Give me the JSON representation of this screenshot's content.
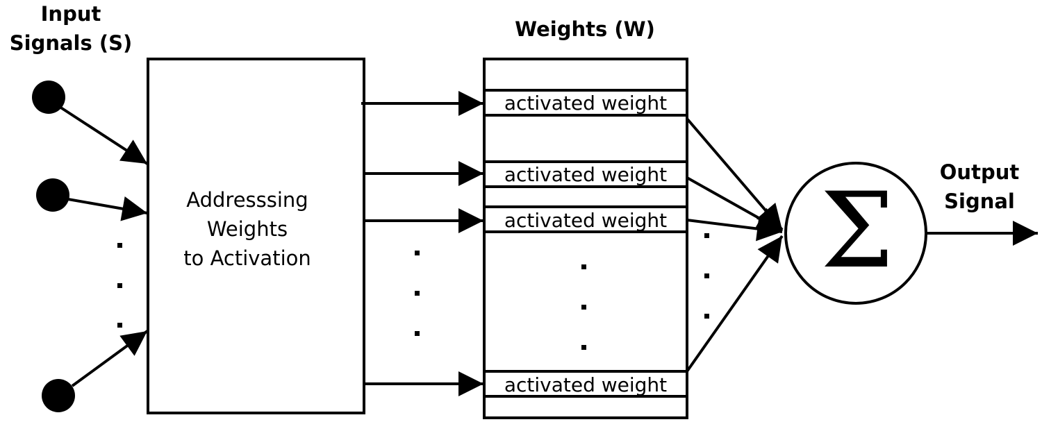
{
  "labels": {
    "input_line1": "Input",
    "input_line2": "Signals (S)",
    "weights_title": "Weights (W)",
    "addressing_line1": "Addresssing",
    "addressing_line2": "Weights",
    "addressing_line3": "to Activation",
    "output_line1": "Output",
    "output_line2": "Signal",
    "sigma": "Σ"
  },
  "weights": [
    {
      "label": "activated weight"
    },
    {
      "label": "activated weight"
    },
    {
      "label": "activated weight"
    },
    {
      "label": "activated weight"
    }
  ],
  "colors": {
    "stroke": "#000000",
    "background": "#ffffff"
  }
}
